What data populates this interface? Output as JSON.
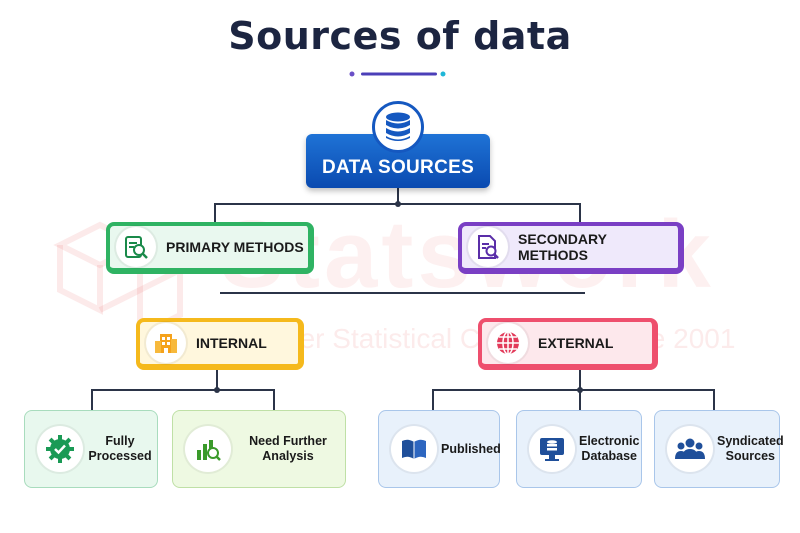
{
  "title": "Sources of data",
  "watermark": {
    "brand": "Statswork",
    "tagline": "Pioneer Statistical Consulting since 2001"
  },
  "root": {
    "label": "DATA SOURCES",
    "icon": "database-icon",
    "color": "#1558c0"
  },
  "methods": [
    {
      "label": "PRIMARY METHODS",
      "icon": "clipboard-search-icon",
      "color": "#2fb363"
    },
    {
      "label": "SECONDARY METHODS",
      "icon": "document-search-icon",
      "color": "#7a3fc4"
    }
  ],
  "categories": [
    {
      "label": "INTERNAL",
      "icon": "building-icon",
      "color": "#f5b91c"
    },
    {
      "label": "EXTERNAL",
      "icon": "globe-icon",
      "color": "#ee4f6d"
    }
  ],
  "leaves": [
    {
      "label_line1": "Fully",
      "label_line2": "Processed",
      "icon": "gear-check-icon"
    },
    {
      "label_line1": "Need Further",
      "label_line2": "Analysis",
      "icon": "chart-search-icon"
    },
    {
      "label_line1": "Published",
      "label_line2": "",
      "icon": "book-icon"
    },
    {
      "label_line1": "Electronic",
      "label_line2": "Database",
      "icon": "monitor-database-icon"
    },
    {
      "label_line1": "Syndicated",
      "label_line2": "Sources",
      "icon": "users-icon"
    }
  ]
}
